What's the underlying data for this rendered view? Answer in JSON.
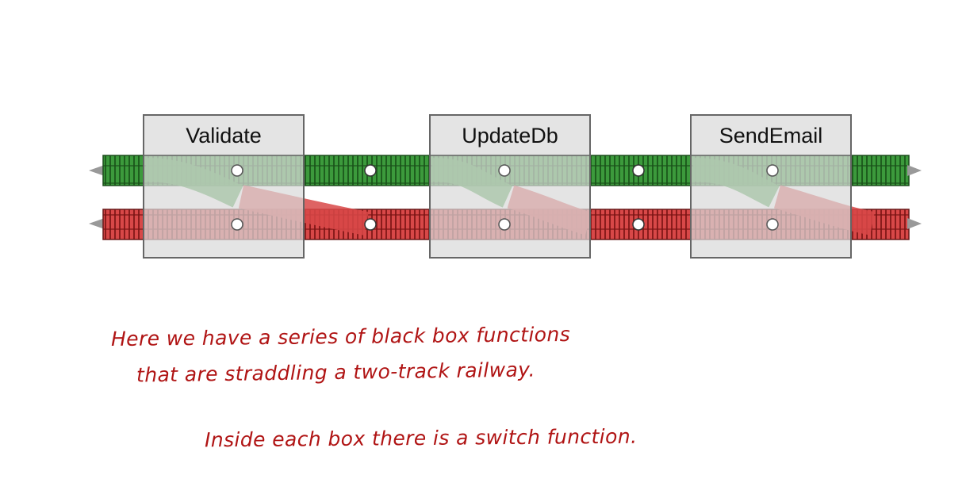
{
  "diagram": {
    "boxes": [
      {
        "label": "Validate"
      },
      {
        "label": "UpdateDb"
      },
      {
        "label": "SendEmail"
      }
    ],
    "tracks": {
      "success_color": "#2f8a2f",
      "failure_color": "#c83030",
      "box_color": "#d9d9d9",
      "box_border": "#666666"
    }
  },
  "notes": {
    "line1": "Here we have a series of black box functions",
    "line2": "that are straddling a two-track railway.",
    "line3": "Inside each box there is a switch function."
  }
}
